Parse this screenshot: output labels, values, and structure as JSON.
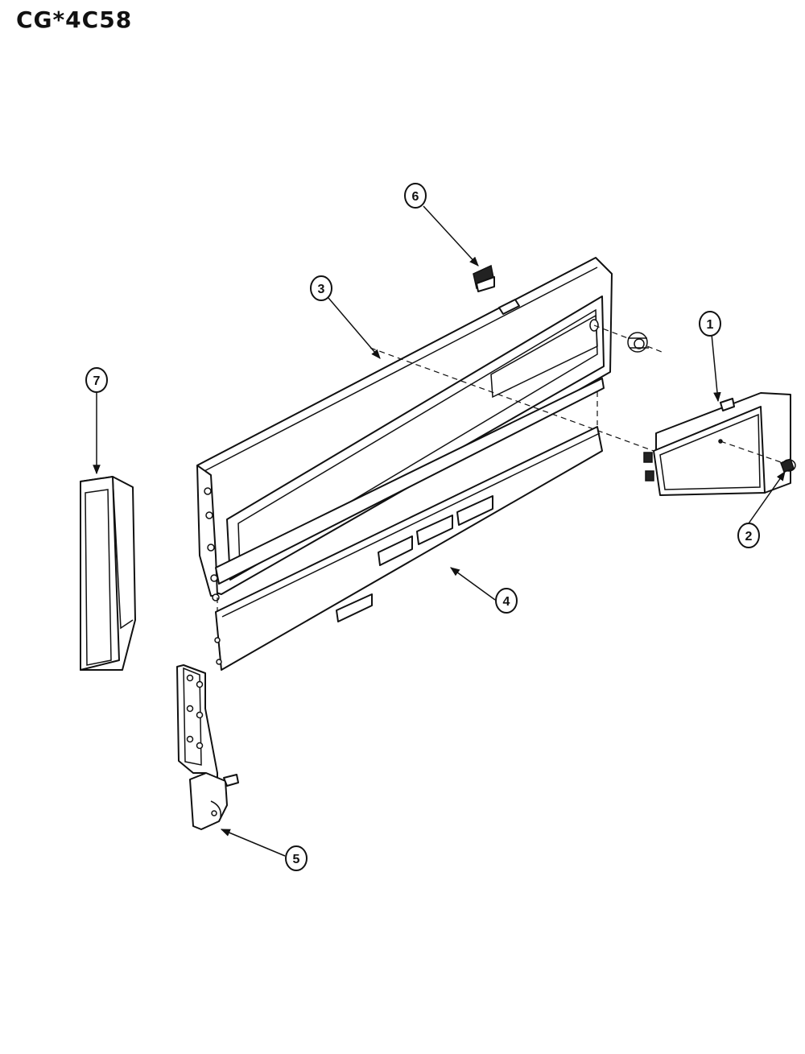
{
  "title": "CG*4C58",
  "colors": {
    "ink": "#111111",
    "paper": "#ffffff"
  },
  "callouts": [
    "1",
    "2",
    "3",
    "4",
    "5",
    "6",
    "7"
  ]
}
